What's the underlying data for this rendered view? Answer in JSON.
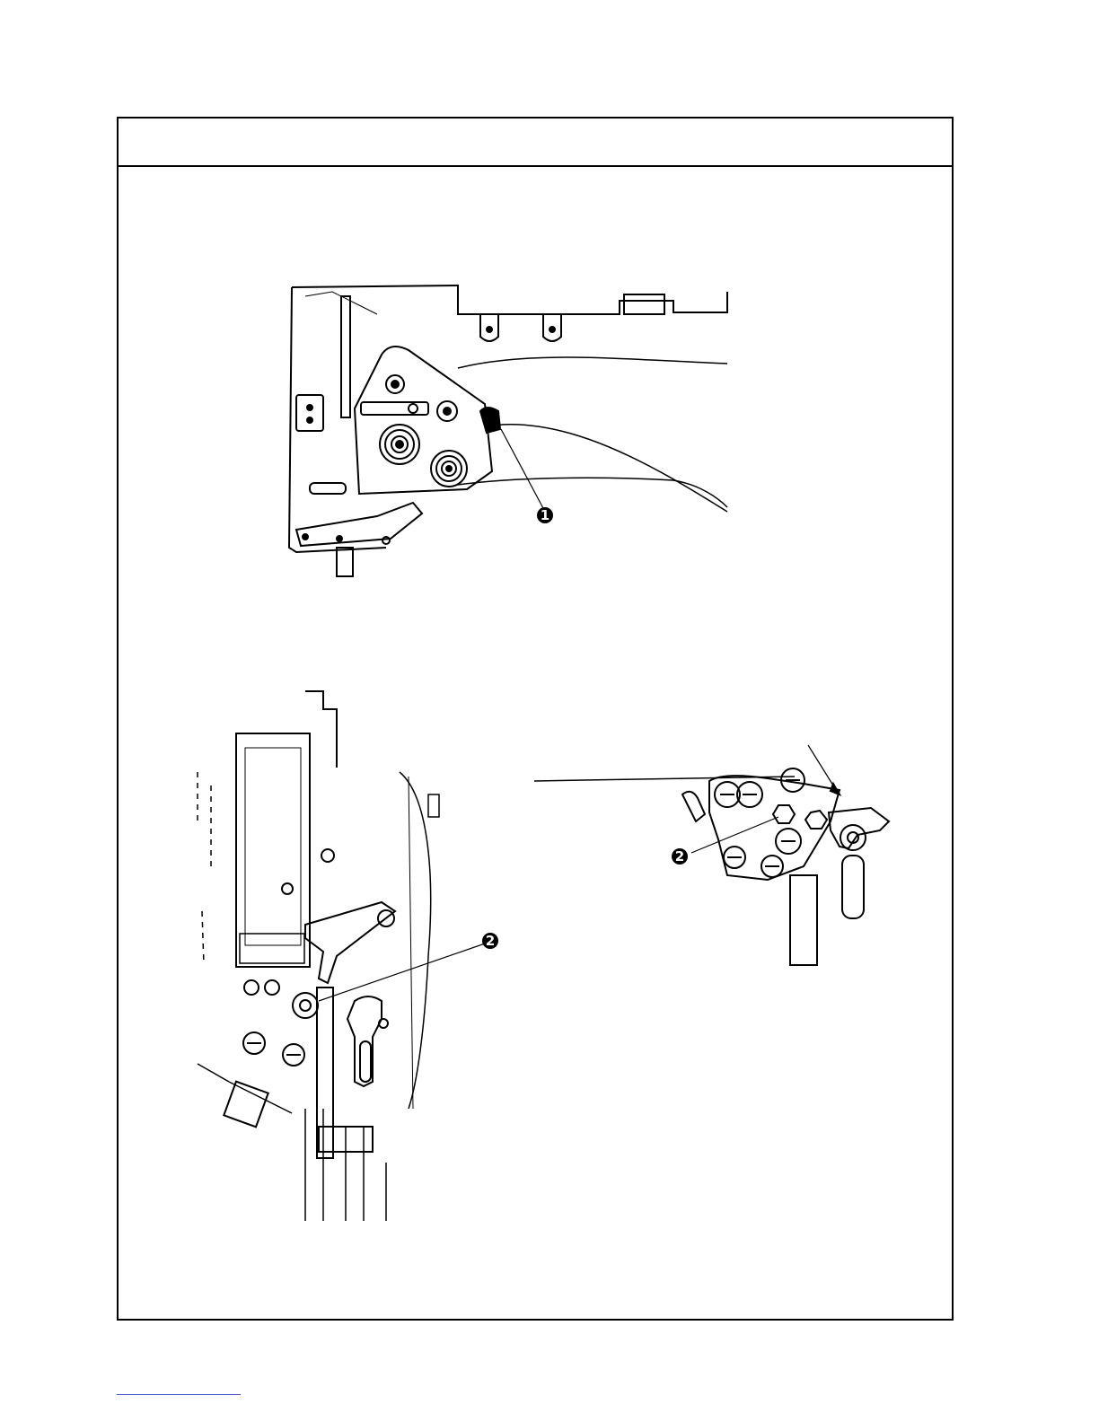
{
  "page": {
    "header": {
      "title": ""
    },
    "figures": [
      {
        "name": "thread-tension-assembly",
        "callouts": [
          "1"
        ]
      },
      {
        "name": "needle-bar-side-view",
        "callouts": [
          "2"
        ]
      },
      {
        "name": "thread-take-up-detail",
        "callouts": [
          "2"
        ]
      }
    ]
  },
  "colors": {
    "line": "#000000",
    "paper": "#ffffff",
    "link": "#3b4fc4"
  }
}
